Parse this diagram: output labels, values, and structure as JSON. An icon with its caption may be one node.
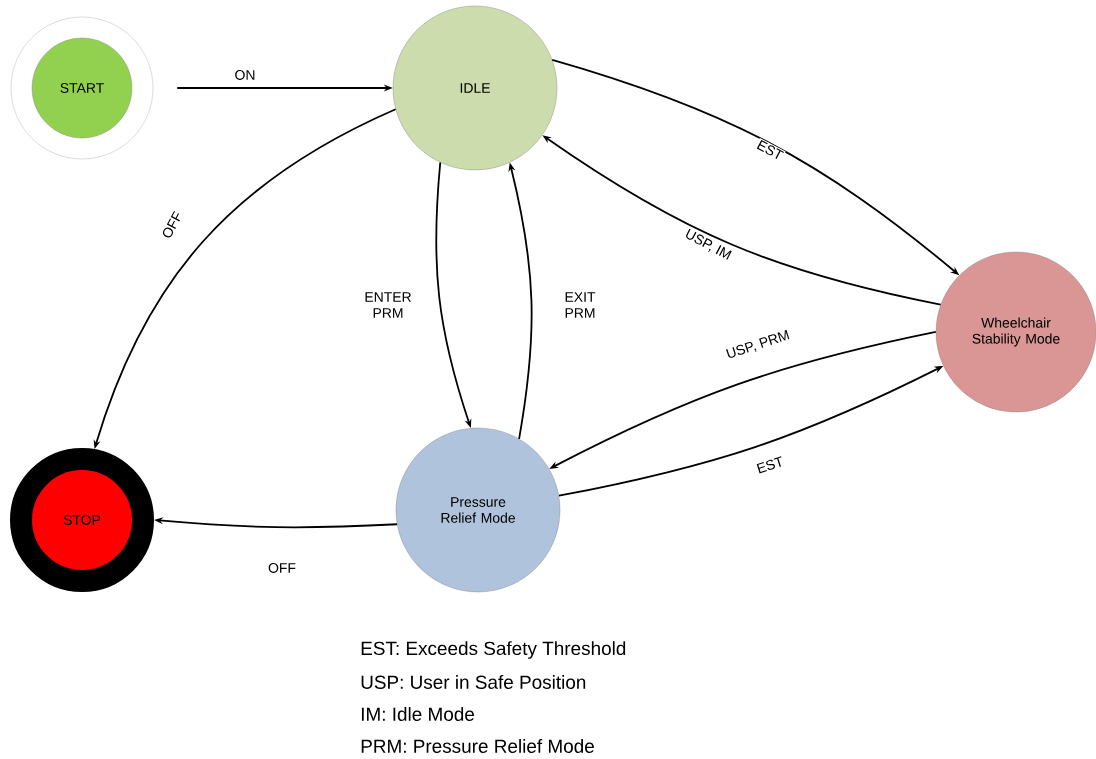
{
  "diagram": {
    "nodes": [
      {
        "text": [
          "START"
        ]
      },
      {
        "text": [
          "IDLE"
        ]
      },
      {
        "text": [
          "Wheelchair Stability Mode"
        ]
      },
      {
        "text": [
          "Pressure Relief Mode"
        ]
      },
      {
        "text": [
          "STOP"
        ]
      }
    ],
    "edges": [
      {
        "from": 0,
        "to": 1,
        "arrow": "to",
        "label": "ON"
      },
      {
        "from": 1,
        "to": 4,
        "arrow": "to",
        "label": "OFF"
      },
      {
        "from": 1,
        "to": 2,
        "arrow": "to",
        "label": "EST"
      },
      {
        "from": 2,
        "to": 1,
        "arrow": "to",
        "label": "USP, IM"
      },
      {
        "from": 1,
        "to": 3,
        "arrow": "to",
        "label": "ENTER PRM"
      },
      {
        "from": 3,
        "to": 1,
        "arrow": "to",
        "label": "EXIT PRM"
      },
      {
        "from": 2,
        "to": 3,
        "arrow": "to",
        "label": "USP, PRM"
      },
      {
        "from": 3,
        "to": 2,
        "arrow": "to",
        "label": "EST"
      },
      {
        "from": 3,
        "to": 4,
        "arrow": "to",
        "label": "OFF"
      }
    ],
    "labels": [
      "EST: Exceeds Safety Threshold",
      "USP: User in Safe Position",
      "IM: Idle Mode",
      "PRM: Pressure Relief Mode"
    ]
  }
}
